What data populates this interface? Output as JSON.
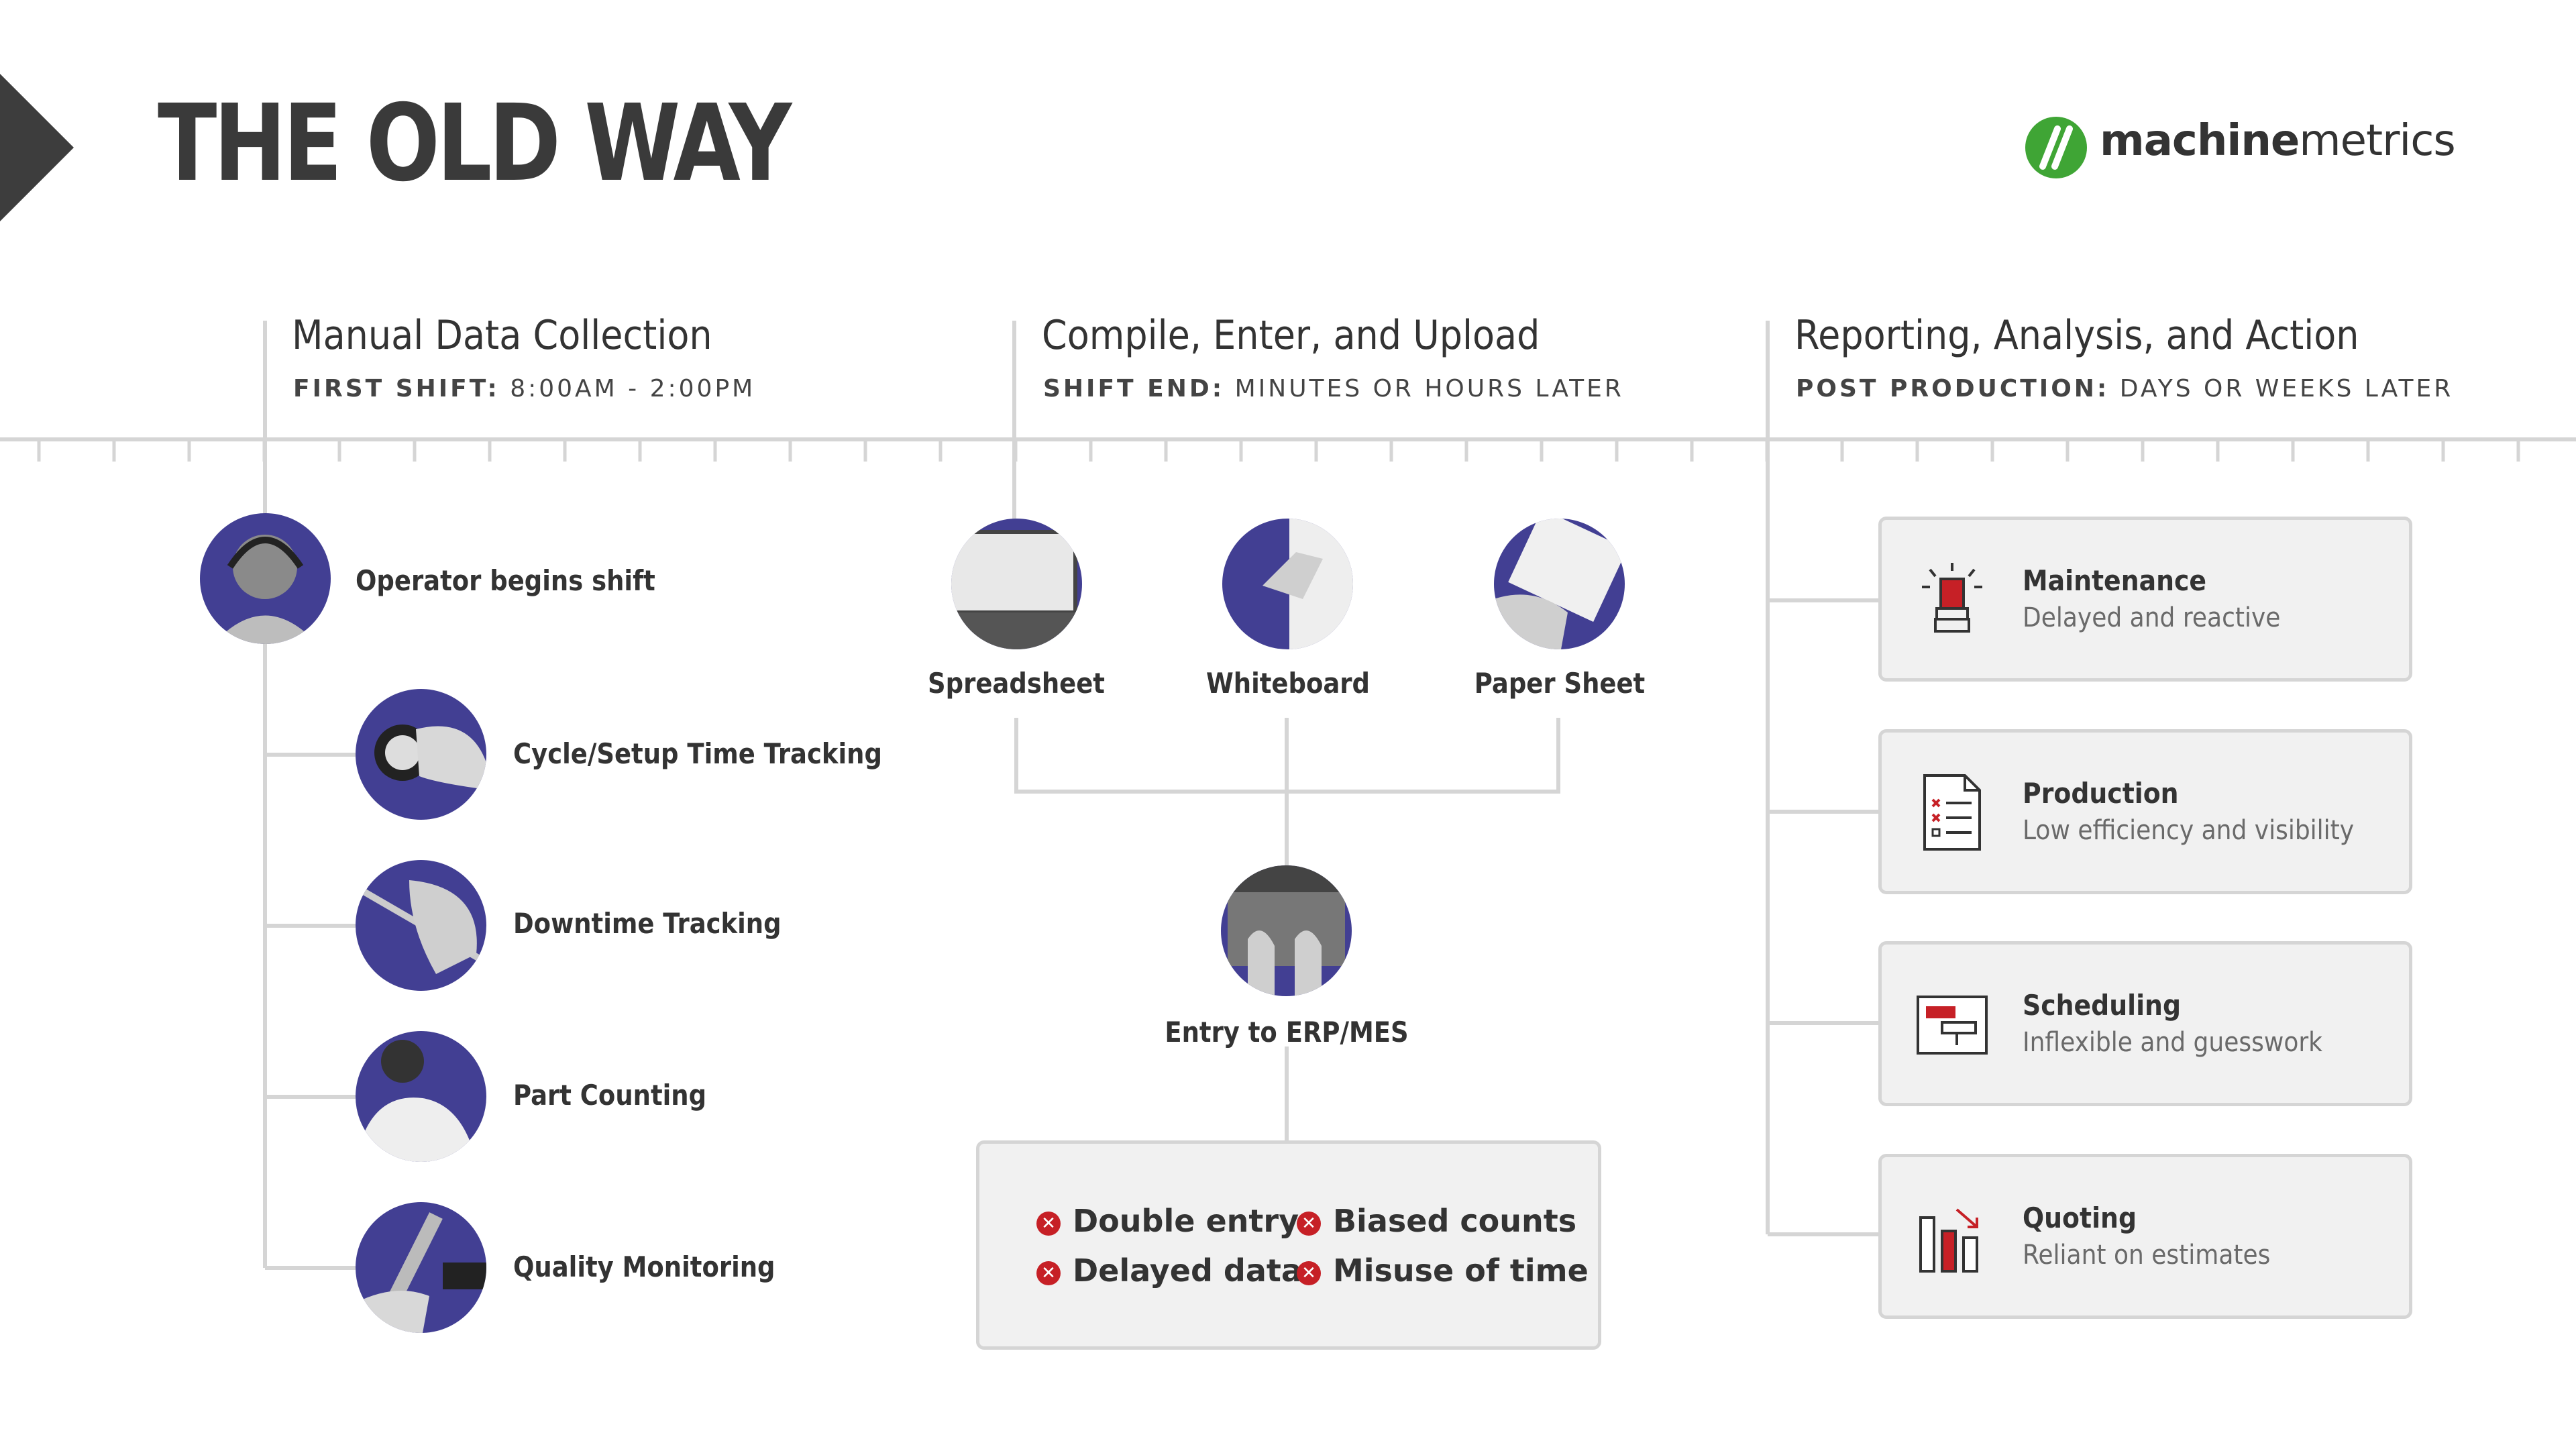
{
  "header": {
    "title": "THE OLD WAY",
    "logo_bold": "machine",
    "logo_light": "metrics",
    "accent_color": "#3fa535"
  },
  "sections": [
    {
      "title": "Manual Data Collection",
      "sub_bold": "FIRST SHIFT:",
      "sub_text": " 8:00AM - 2:00PM"
    },
    {
      "title": "Compile, Enter, and Upload",
      "sub_bold": "SHIFT END:",
      "sub_text": " MINUTES OR HOURS LATER"
    },
    {
      "title": "Reporting, Analysis, and Action",
      "sub_bold": "POST PRODUCTION:",
      "sub_text": " DAYS OR WEEKS LATER"
    }
  ],
  "collection": {
    "start": {
      "label": "Operator begins shift",
      "icon": "operator-photo"
    },
    "items": [
      {
        "label": "Cycle/Setup Time Tracking",
        "icon": "stopwatch-photo"
      },
      {
        "label": "Downtime Tracking",
        "icon": "pen-writing-photo"
      },
      {
        "label": "Part Counting",
        "icon": "person-writing-photo"
      },
      {
        "label": "Quality Monitoring",
        "icon": "caliper-photo"
      }
    ]
  },
  "compile": {
    "sources": [
      {
        "label": "Spreadsheet",
        "icon": "laptop-spreadsheet-photo"
      },
      {
        "label": "Whiteboard",
        "icon": "whiteboard-photo"
      },
      {
        "label": "Paper Sheet",
        "icon": "clipboard-photo"
      }
    ],
    "entry": {
      "label": "Entry to ERP/MES",
      "icon": "keyboard-photo"
    },
    "issues": [
      "Double entry",
      "Biased counts",
      "Delayed data",
      "Misuse of time"
    ]
  },
  "reporting": [
    {
      "title": "Maintenance",
      "subtitle": "Delayed and reactive",
      "icon": "alarm-light-icon"
    },
    {
      "title": "Production",
      "subtitle": "Low efficiency and visibility",
      "icon": "checklist-icon"
    },
    {
      "title": "Scheduling",
      "subtitle": "Inflexible and guesswork",
      "icon": "gantt-icon"
    },
    {
      "title": "Quoting",
      "subtitle": "Reliant on estimates",
      "icon": "bar-chart-down-icon"
    }
  ],
  "colors": {
    "circle": "#423f93",
    "line": "#d5d5d5",
    "alert": "#c62026"
  }
}
